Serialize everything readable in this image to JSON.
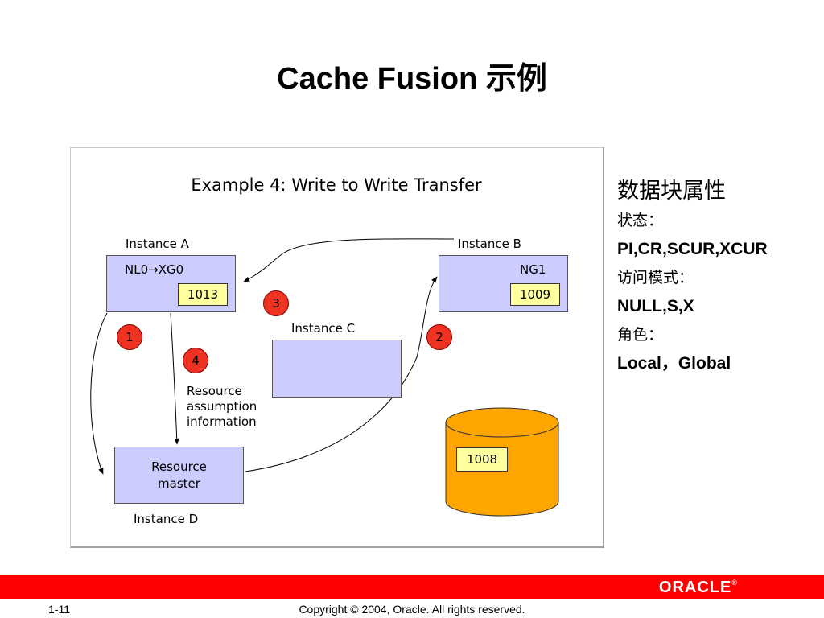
{
  "slide": {
    "title": "Cache Fusion 示例",
    "page_number": "1-11",
    "copyright": "Copyright © 2004, Oracle.  All rights reserved.",
    "logo_text": "ORACLE",
    "logo_mark": "®"
  },
  "diagram": {
    "title": "Example 4:  Write to Write Transfer",
    "instance_a": {
      "label": "Instance A",
      "mode": "NL0→XG0",
      "block_value": "1013"
    },
    "instance_b": {
      "label": "Instance B",
      "mode": "NG1",
      "block_value": "1009"
    },
    "instance_c": {
      "label": "Instance C"
    },
    "instance_d": {
      "label": "Instance D",
      "box_line1": "Resource",
      "box_line2": "master"
    },
    "resource_note": {
      "line1": "Resource",
      "line2": "assumption",
      "line3": "information"
    },
    "disk": {
      "block_value": "1008"
    },
    "steps": [
      "1",
      "2",
      "3",
      "4"
    ],
    "colors": {
      "instance_box": "#ccccff",
      "value_box": "#ffffa0",
      "step_circle": "#ee3322",
      "disk": "#ffa500"
    }
  },
  "side": {
    "heading": "数据块属性",
    "state_label": "状态：",
    "state_values": "PI,CR,SCUR,XCUR",
    "access_label": "访问模式：",
    "access_values": "NULL,S,X",
    "role_label": "角色：",
    "role_values": "Local，Global"
  },
  "footer": {
    "bar_color": "#ff0000"
  }
}
